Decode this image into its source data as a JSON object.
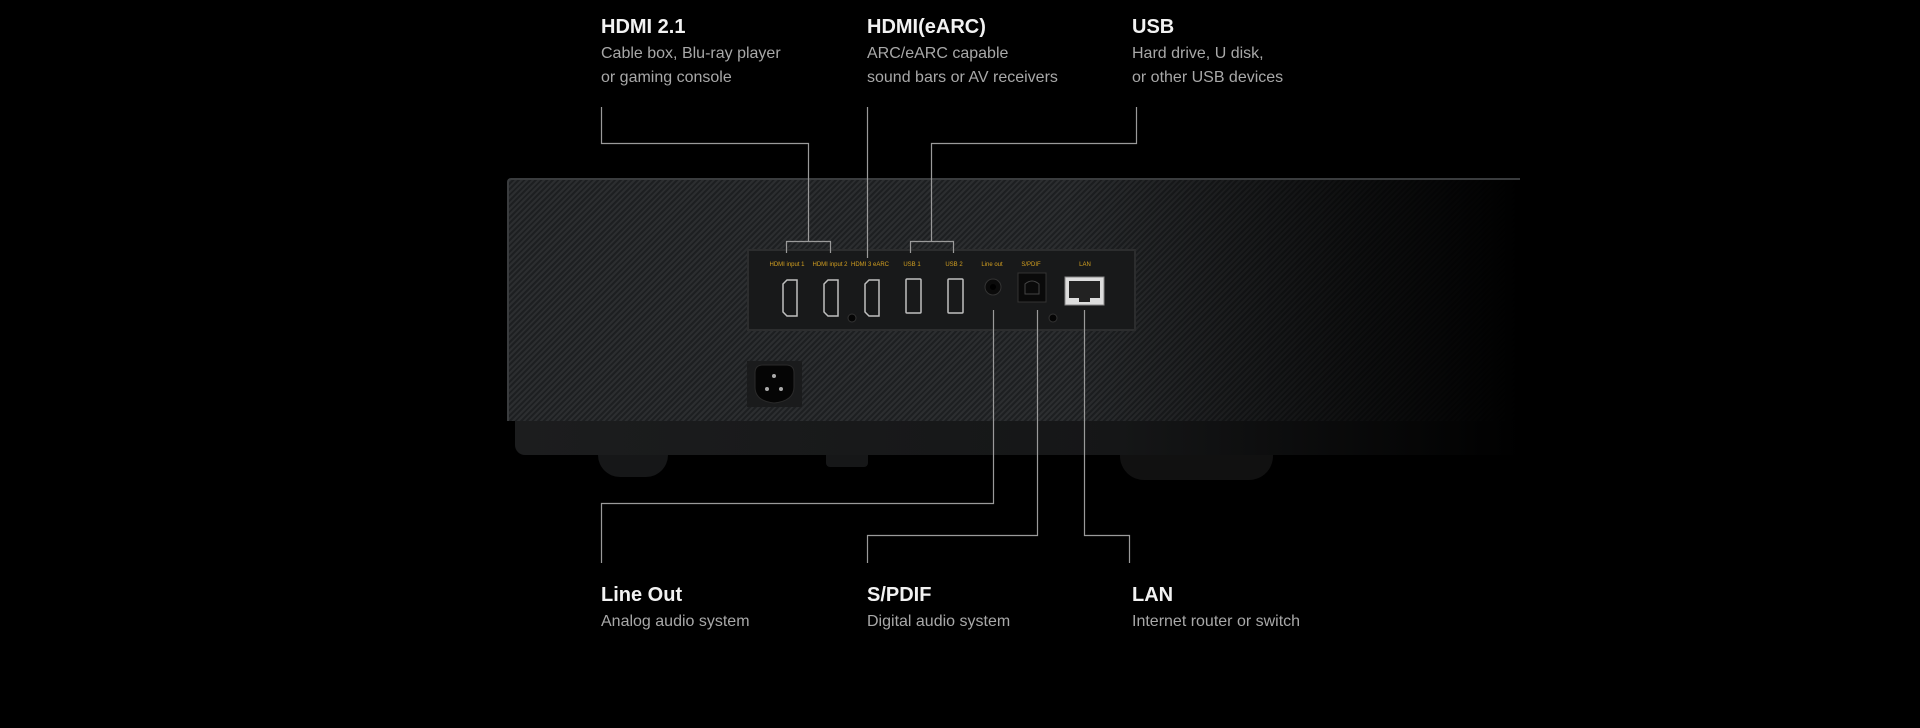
{
  "callouts_top": [
    {
      "title": "HDMI 2.1",
      "lines": [
        "Cable box, Blu-ray player",
        "or gaming console"
      ]
    },
    {
      "title": "HDMI(eARC)",
      "lines": [
        "ARC/eARC capable",
        "sound bars or AV receivers"
      ]
    },
    {
      "title": "USB",
      "lines": [
        "Hard drive, U disk,",
        "or other USB devices"
      ]
    }
  ],
  "callouts_bottom": [
    {
      "title": "Line Out",
      "line": "Analog audio system"
    },
    {
      "title": "S/PDIF",
      "line": "Digital audio system"
    },
    {
      "title": "LAN",
      "line": "Internet router or switch"
    }
  ],
  "port_labels": [
    "HDMI input 1",
    "HDMI input 2",
    "HDMI 3 eARC",
    "USB 1",
    "USB 2",
    "Line out",
    "S/PDIF",
    "LAN"
  ],
  "colors": {
    "port_label": "#d4a020",
    "leader_line": "#9a9a9a"
  }
}
